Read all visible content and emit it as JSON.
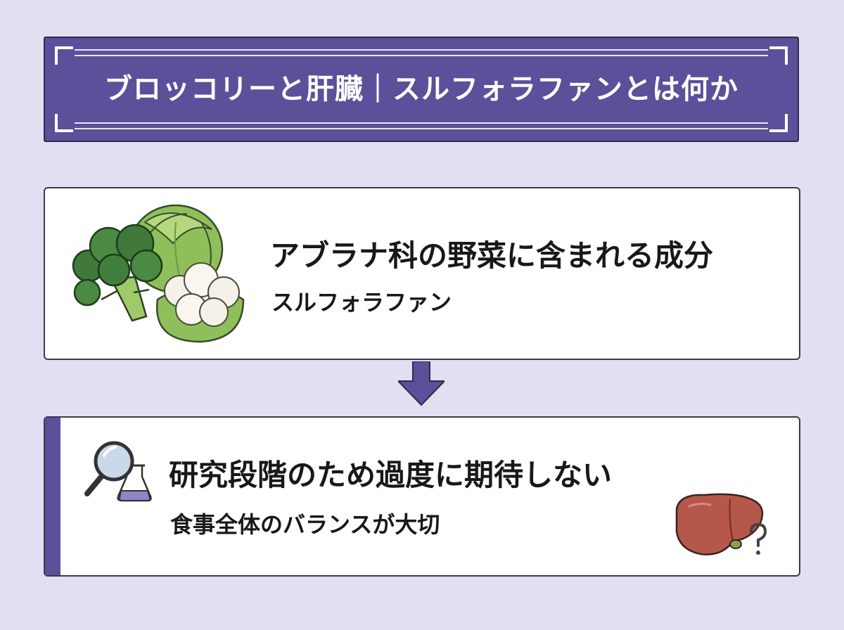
{
  "title": "ブロッコリーと肝臓｜スルフォラファンとは何か",
  "card1": {
    "heading": "アブラナ科の野菜に含まれる成分",
    "sub": "スルフォラファン",
    "illustration": "broccoli-cabbage-cauliflower-icon"
  },
  "card2": {
    "heading": "研究段階のため過度に期待しない",
    "sub": "食事全体のバランスが大切",
    "illustration_left": "magnifier-flask-icon",
    "illustration_right": "liver-question-icon"
  },
  "colors": {
    "accent": "#5b509a",
    "background": "#e3dff3",
    "card": "#ffffff",
    "text": "#1a1717"
  }
}
